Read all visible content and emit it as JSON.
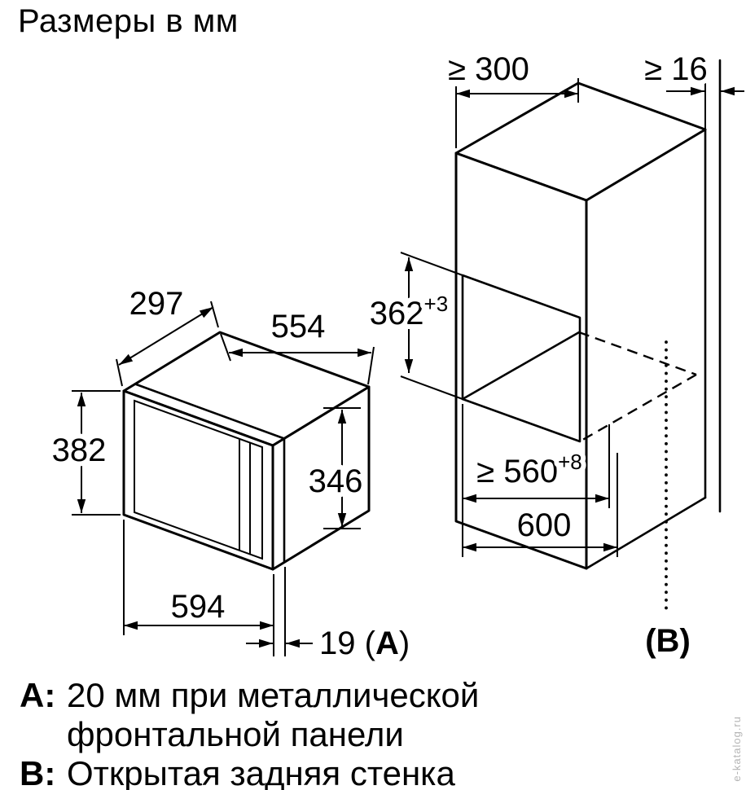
{
  "title": "Размеры в мм",
  "watermark": "e-katalog.ru",
  "appliance": {
    "depth": "297",
    "width_top": "554",
    "height": "382",
    "side_height": "346",
    "width_front": "594",
    "overhang_prefix": "19 (",
    "overhang_letter": "A",
    "overhang_suffix": ")"
  },
  "niche": {
    "top_depth": "≥ 300",
    "rear_gap": "≥ 16",
    "height": "362",
    "height_tolerance": "+3",
    "width": "≥ 560",
    "width_tolerance": "+8",
    "cabinet_width": "600",
    "open_back_label": "(B)"
  },
  "notes": {
    "a": {
      "label": "A:",
      "line1": "20 мм при металлической",
      "line2": "фронтальной панели"
    },
    "b": {
      "label": "B:",
      "line1": "Открытая задняя стенка"
    }
  }
}
